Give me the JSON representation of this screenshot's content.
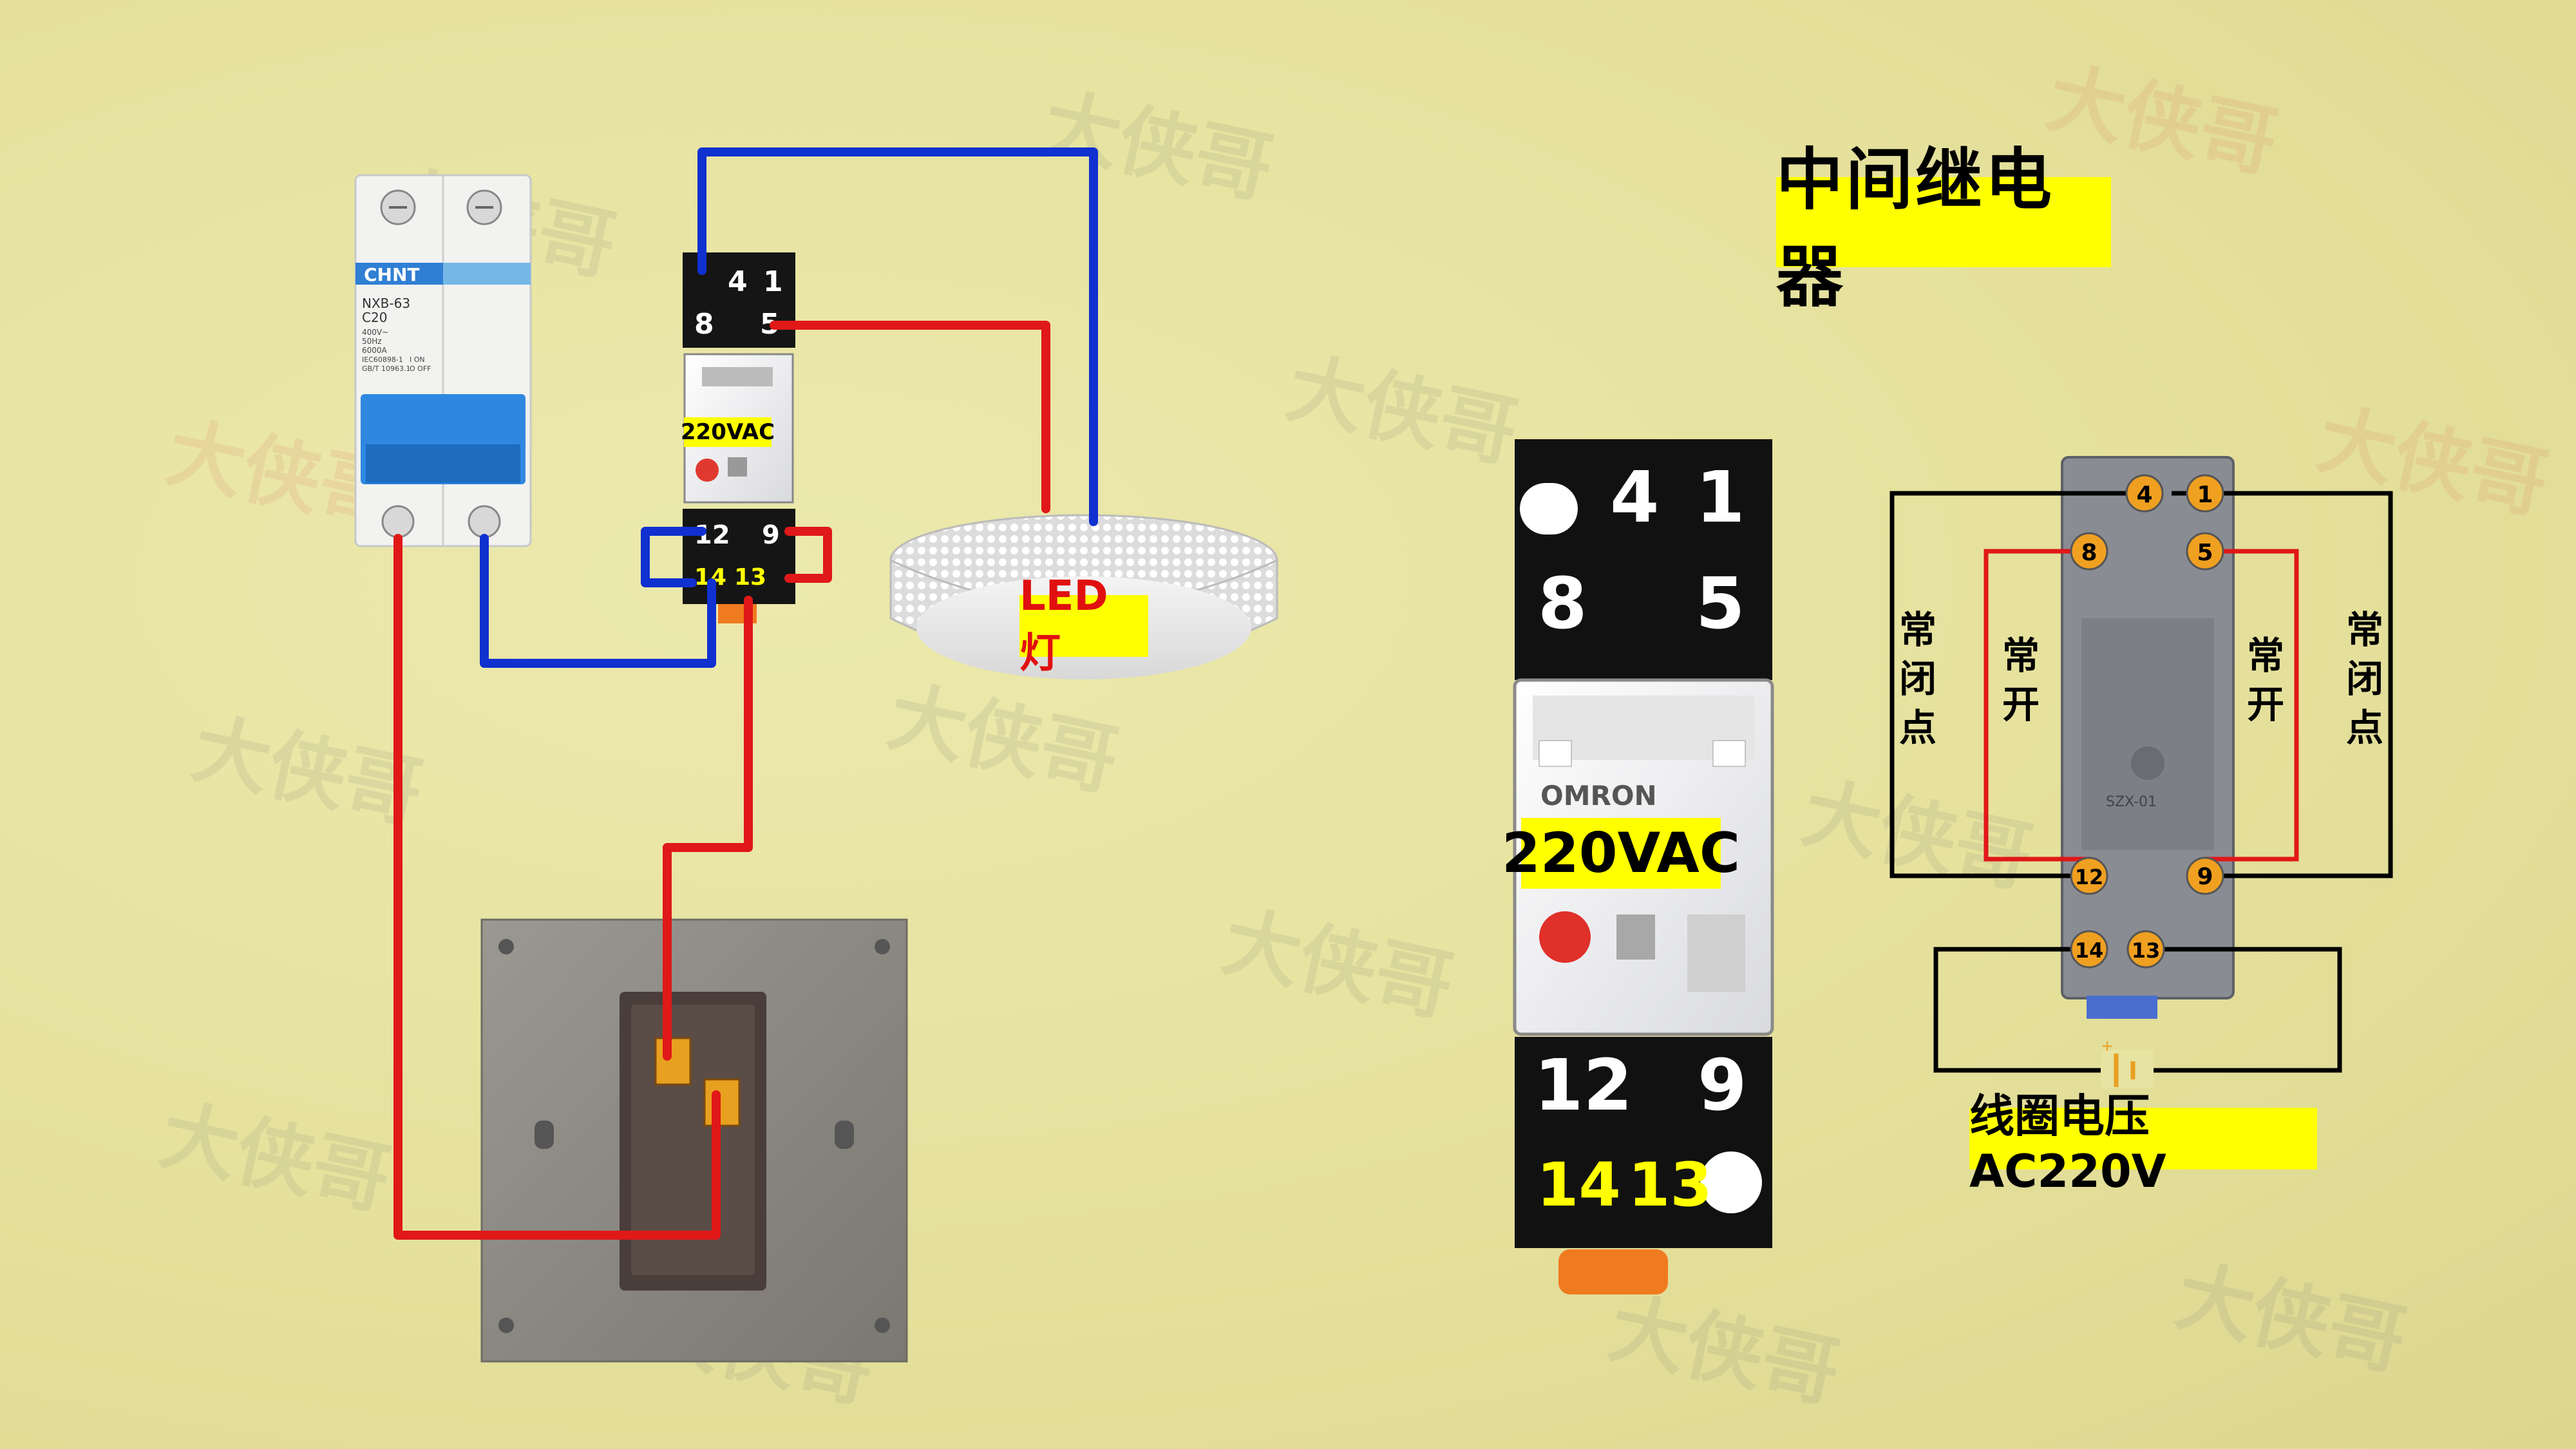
{
  "title": "中间继电器",
  "led_label": "LED灯",
  "relay_small": {
    "voltage_label": "220VAC",
    "terminals": [
      "4",
      "1",
      "8",
      "5",
      "12",
      "9",
      "14",
      "13"
    ]
  },
  "relay_large": {
    "voltage_label": "220VAC",
    "brand": "OMRON",
    "terminals": [
      "4",
      "1",
      "8",
      "5",
      "12",
      "9",
      "14",
      "13"
    ]
  },
  "breaker": {
    "brand": "CHNT",
    "model": "NXB-63",
    "rating": "C20",
    "specs": [
      "400V~",
      "50Hz",
      "6000A",
      "IEC60898-1",
      "GB/T 10963.1"
    ],
    "status": [
      "I ON",
      "O OFF"
    ]
  },
  "socket_diagram": {
    "terminals": [
      "4",
      "1",
      "8",
      "5",
      "12",
      "9",
      "14",
      "13"
    ],
    "base_code": "SZX-01",
    "nc_label_left": "常闭点",
    "no_label_left": "常开",
    "no_label_right": "常开",
    "nc_label_right": "常闭点",
    "coil_label": "线圈电压AC220V"
  },
  "watermark": "大侠哥",
  "colors": {
    "background": "#e7e3a0",
    "wire_live": "#e01818",
    "wire_neutral": "#1030d0",
    "label_highlight": "#ffff00",
    "terminal_badge": "#f0a020"
  }
}
